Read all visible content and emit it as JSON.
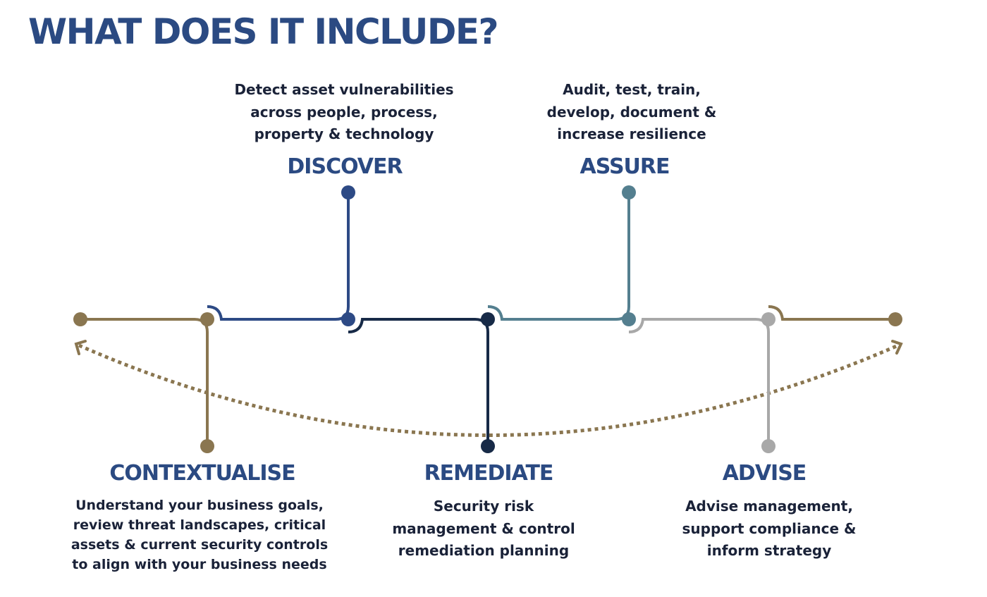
{
  "header": {
    "title": "WHAT DOES IT INCLUDE?"
  },
  "stages": {
    "discover": {
      "title": "DISCOVER",
      "description": [
        "Detect asset vulnerabilities",
        "across people, process,",
        "property & technology"
      ],
      "color": "#2d4a85"
    },
    "assure": {
      "title": "ASSURE",
      "description": [
        "Audit, test, train,",
        "develop, document &",
        "increase resilience"
      ],
      "color": "#547f8f"
    },
    "contextualise": {
      "title": "CONTEXTUALISE",
      "description": [
        "Understand your business goals,",
        "review threat landscapes, critical",
        "assets & current security controls",
        "to align with your business needs"
      ],
      "color": "#8a7650"
    },
    "remediate": {
      "title": "REMEDIATE",
      "description": [
        "Security risk",
        "management & control",
        "remediation planning"
      ],
      "color": "#172a47"
    },
    "advise": {
      "title": "ADVISE",
      "description": [
        "Advise management,",
        "support compliance &",
        "inform strategy"
      ],
      "color": "#a8a8a8"
    }
  },
  "colors": {
    "heading": "#2b4a82",
    "body_text": "#1a2238",
    "cycle_arrow": "#8a7650"
  }
}
